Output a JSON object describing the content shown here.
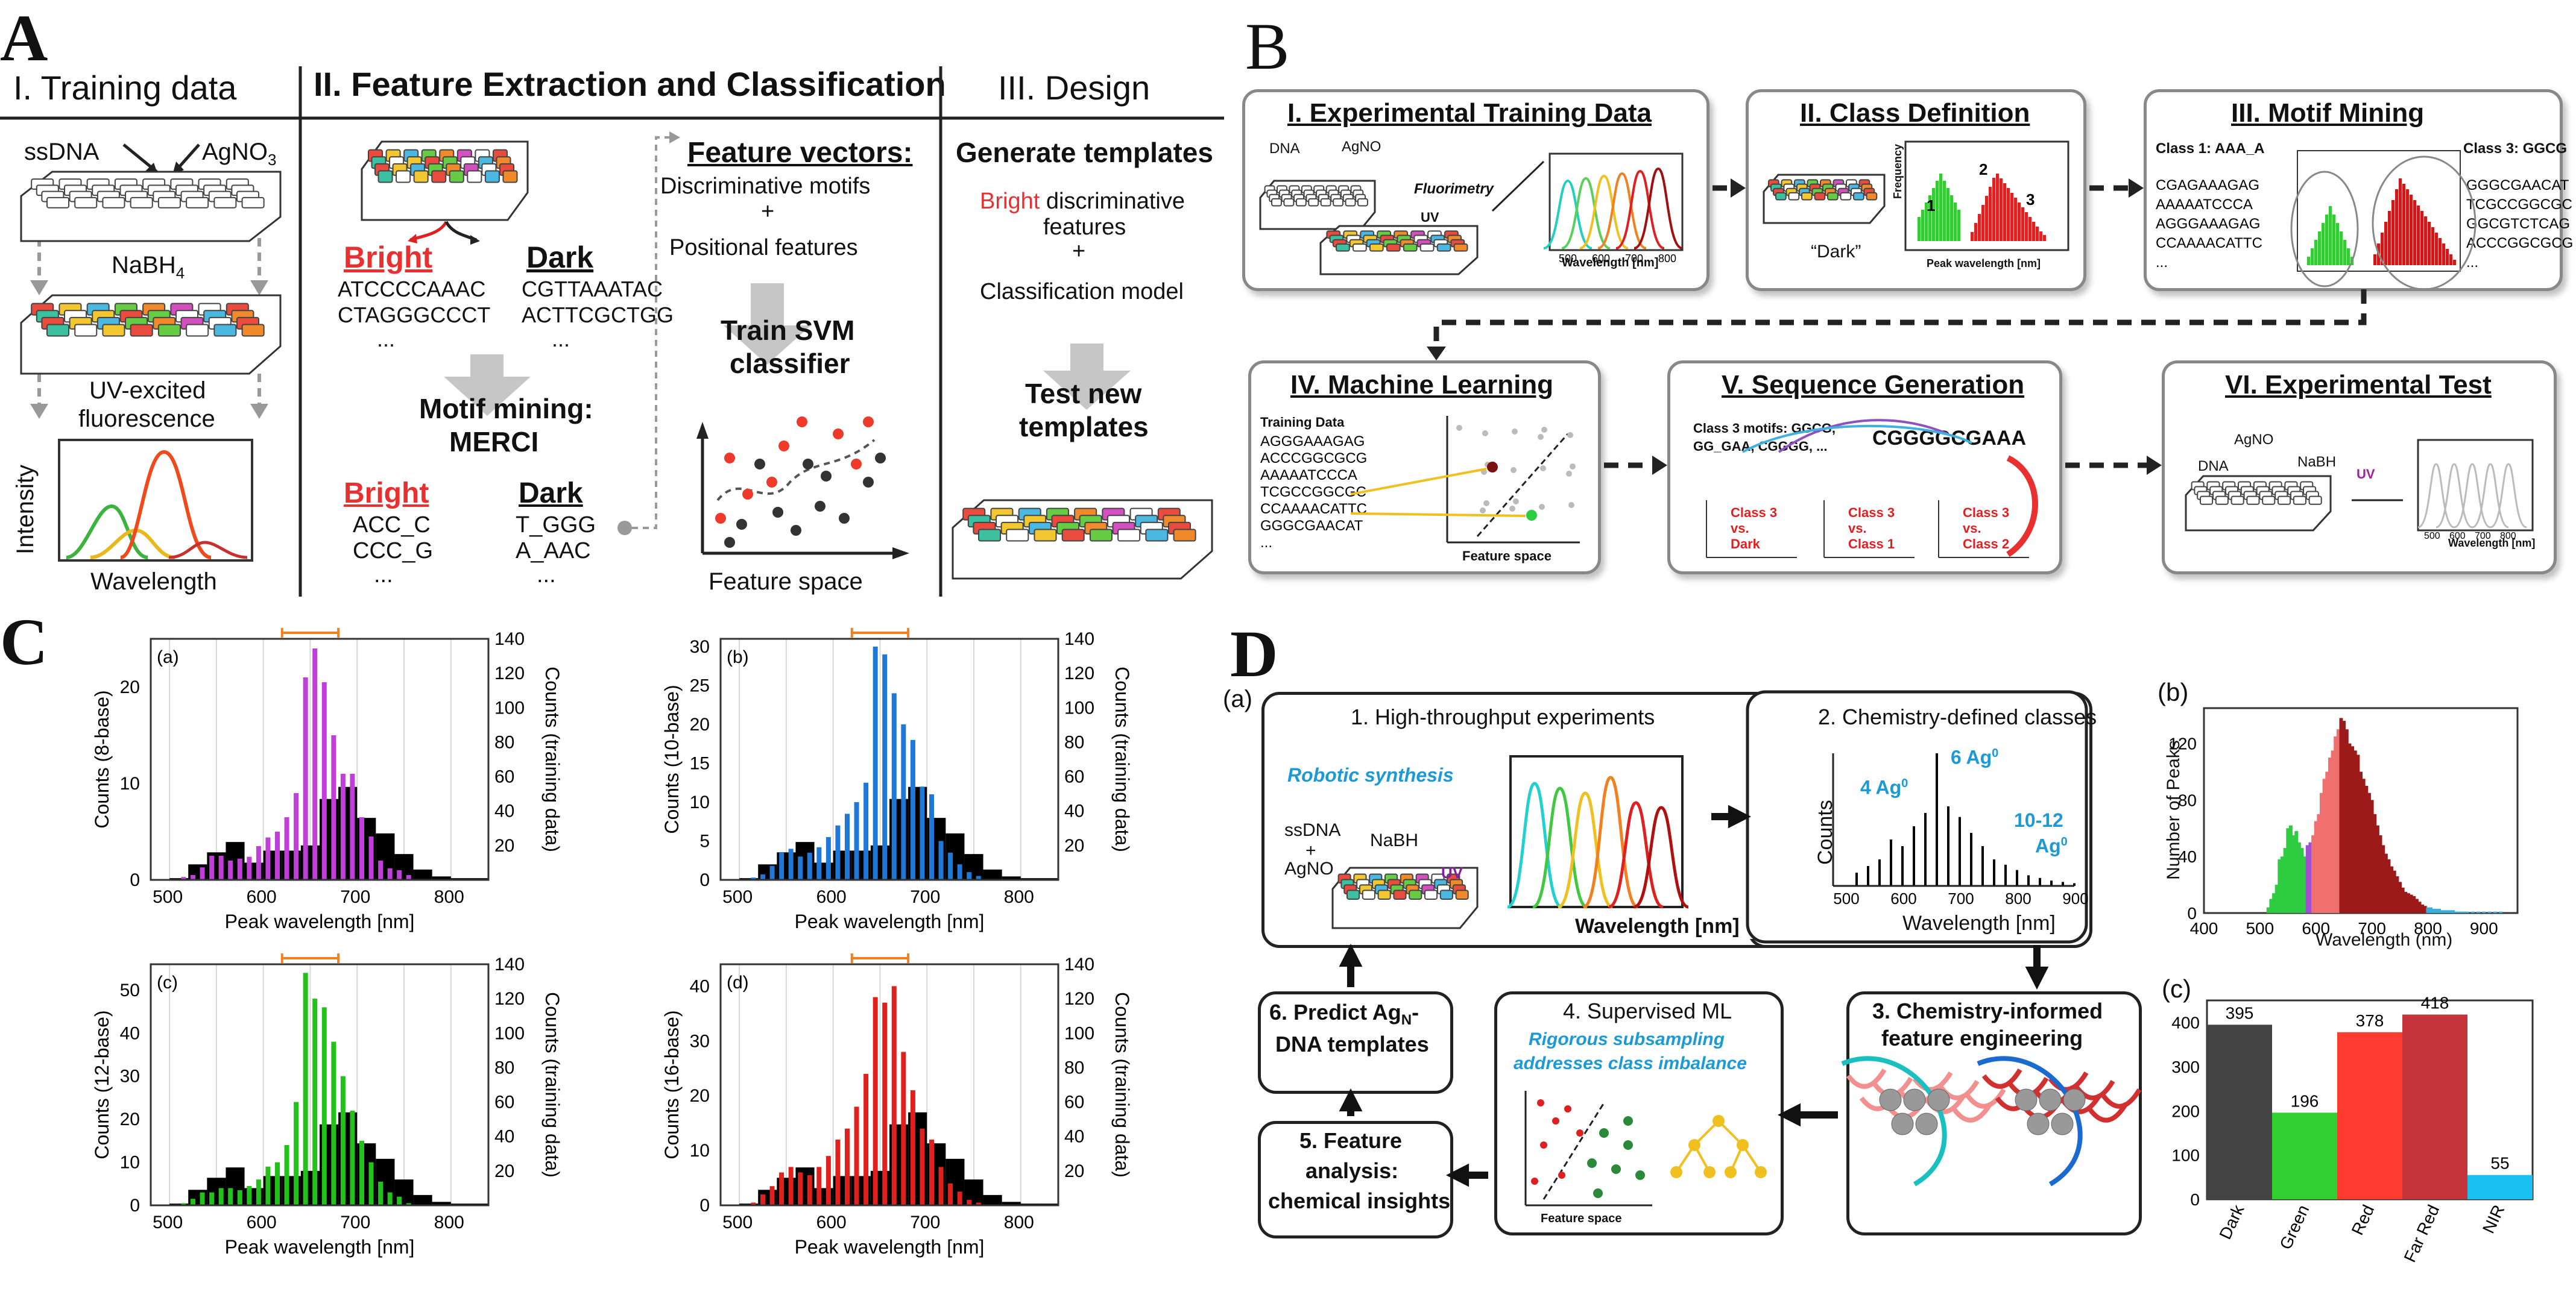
{
  "A": {
    "letter": "A",
    "h1": "I. Training data",
    "h2": "II. Feature Extraction and Classification",
    "h3": "III. Design",
    "ssdna": "ssDNA",
    "agno3": "AgNO",
    "agno3_sub": "3",
    "nabh4": "NaBH",
    "nabh4_sub": "4",
    "uv": "UV-excited",
    "fluor": "fluorescence",
    "intensity": "Intensity",
    "wavelength": "Wavelength",
    "bright": "Bright",
    "dark": "Dark",
    "bseq1": "ATCCCCAAAC",
    "bseq2": "CTAGGGCCCT",
    "dseq1": "CGTTAAATAC",
    "dseq2": "ACTTCGCTGG",
    "ell": "...",
    "mm1": "Motif mining:",
    "mm2": "MERCI",
    "bm1": "ACC_C",
    "bm2": "CCC_G",
    "dm1": "T_GGG",
    "dm2": "A_AAC",
    "fv": "Feature vectors:",
    "fv1": "Discriminative motifs",
    "plus": "+",
    "fv2": "Positional features",
    "svm1": "Train SVM",
    "svm2": "classifier",
    "fs": "Feature space",
    "gt": "Generate templates",
    "g1a": "Bright",
    "g1b": " discriminative",
    "g2": "features",
    "g3": "Classification model",
    "tn1": "Test new",
    "tn2": "templates"
  },
  "B": {
    "letter": "B",
    "t1": "I. Experimental Training Data",
    "t2": "II. Class Definition",
    "t3": "III. Motif Mining",
    "t4": "IV. Machine Learning",
    "t5": "V. Sequence Generation",
    "t6": "VI. Experimental Test",
    "dna": "DNA",
    "agno3": "AgNO",
    "nabh4": "NaBH",
    "fluorimetry": "Fluorimetry",
    "uv": "UV",
    "wl": "Wavelength [nm]",
    "pw": "Peak wavelength [nm]",
    "freq": "Frequency",
    "darkq": "“Dark”",
    "ticks": [
      "500",
      "600",
      "700",
      "800"
    ],
    "c1": "1",
    "c2": "2",
    "c3": "3",
    "class1": "Class 1: AAA_A",
    "class3": "Class 3: GGCG",
    "ls": [
      "CGAGAAAGAG",
      "AAAAATCCCA",
      "AGGGAAAGAG",
      "CCAAAACATTC",
      "..."
    ],
    "rs": [
      "GGGCGAACAT",
      "TCGCCGGCGC",
      "GGCGTCTCAG",
      "ACCCGGCGCG",
      "..."
    ],
    "td": "Training Data",
    "ts": [
      "AGGGAAAGAG",
      "ACCCGGCGCG",
      "AAAAATCCCA",
      "TCGCCGGCGC",
      "CCAAAACATTC",
      "GGGCGAACAT",
      "..."
    ],
    "fs": "Feature space",
    "c3m1": "Class 3 motifs: GGCG,",
    "c3m2": "GG_GAA, CGGGG, ...",
    "gen": "CGGGGCGAAA",
    "sv1": [
      "Class 3",
      "vs.",
      "Dark"
    ],
    "sv2": [
      "Class 3",
      "vs.",
      "Class 1"
    ],
    "sv3": [
      "Class 3",
      "vs.",
      "Class 2"
    ],
    "q": "?"
  },
  "C": {
    "letter": "C",
    "xlabel": "Peak wavelength [nm]",
    "right": "Counts (training data)"
  },
  "D": {
    "letter": "D",
    "a": "(a)",
    "b": "(b)",
    "c": "(c)",
    "s1": "1. High-throughput experiments",
    "robotic": "Robotic synthesis",
    "ssdna": "ssDNA",
    "plus": "+",
    "agno3": "AgNO",
    "nabh4": "NaBH",
    "uv": "UV",
    "wl": "Wavelength [nm]",
    "s2": "2. Chemistry-defined classes",
    "counts": "Counts",
    "ag4": "4 Ag",
    "ag6": "6 Ag",
    "ag10a": "10-12",
    "ag10b": "Ag",
    "sup0": "0",
    "s2ticks": [
      "500",
      "600",
      "700",
      "800",
      "900"
    ],
    "s3a": "3. Chemistry-informed",
    "s3b": "feature engineering",
    "s4": "4. Supervised ML",
    "s4b1": "Rigorous subsampling",
    "s4b2": "addresses class imbalance",
    "fs": "Feature space",
    "s5a": "5. Feature",
    "s5b": "analysis:",
    "s5c": "chemical insights",
    "s6a": "6. Predict Ag",
    "s6sub": "N",
    "s6b": "-",
    "s6c": "DNA templates",
    "bylabel": "Number of Peaks",
    "bxlabel": "Wavelength (nm)"
  },
  "chart_data": [
    {
      "id": "C-a",
      "type": "bar",
      "panel": "(a)",
      "ylabel": "Counts (8-base)",
      "xlabel": "Peak wavelength [nm]",
      "y2label": "Counts (training data)",
      "xlim": [
        480,
        840
      ],
      "ylim": [
        0,
        25
      ],
      "y2lim": [
        0,
        140
      ],
      "yticks": [
        0,
        10,
        20
      ],
      "y2ticks": [
        20,
        40,
        60,
        80,
        100,
        120,
        140
      ],
      "xticks": [
        500,
        600,
        700,
        800
      ],
      "marker_range": [
        620,
        680
      ],
      "training": {
        "bin_width": 20,
        "x": [
          500,
          520,
          540,
          560,
          580,
          600,
          620,
          640,
          660,
          680,
          700,
          720,
          740,
          760,
          780,
          800,
          820
        ],
        "values": [
          1,
          9,
          16,
          22,
          10,
          17,
          17,
          20,
          47,
          54,
          36,
          27,
          15,
          6,
          2,
          1,
          1
        ]
      },
      "series": {
        "color": "#c03fd8",
        "x": [
          515,
          525,
          535,
          545,
          555,
          565,
          575,
          585,
          595,
          605,
          615,
          625,
          635,
          645,
          655,
          665,
          675,
          685,
          695,
          705,
          715,
          725,
          735,
          745,
          755
        ],
        "values": [
          0.3,
          0.5,
          1.3,
          2.5,
          2.5,
          2,
          2.2,
          2.4,
          3.5,
          4.4,
          5,
          6.5,
          9,
          21,
          24,
          20.5,
          15,
          11,
          11,
          6.5,
          4.5,
          2,
          1.2,
          1,
          0.5
        ]
      }
    },
    {
      "id": "C-b",
      "type": "bar",
      "panel": "(b)",
      "ylabel": "Counts (10-base)",
      "xlabel": "Peak wavelength [nm]",
      "y2label": "Counts (training data)",
      "xlim": [
        480,
        840
      ],
      "ylim": [
        0,
        31
      ],
      "y2lim": [
        0,
        140
      ],
      "yticks": [
        0,
        5,
        10,
        15,
        20,
        25,
        30
      ],
      "y2ticks": [
        20,
        40,
        60,
        80,
        100,
        120,
        140
      ],
      "xticks": [
        500,
        600,
        700,
        800
      ],
      "marker_range": [
        620,
        680
      ],
      "training": {
        "bin_width": 20,
        "x": [
          500,
          520,
          540,
          560,
          580,
          600,
          620,
          640,
          660,
          680,
          700,
          720,
          740,
          760,
          780,
          800,
          820
        ],
        "values": [
          1,
          9,
          16,
          22,
          10,
          17,
          17,
          20,
          47,
          54,
          36,
          27,
          15,
          6,
          2,
          1,
          1
        ]
      },
      "series": {
        "color": "#1f78d8",
        "x": [
          515,
          525,
          535,
          545,
          555,
          565,
          575,
          585,
          595,
          605,
          615,
          625,
          635,
          645,
          655,
          665,
          675,
          685,
          695,
          705,
          715,
          725,
          735,
          745,
          755
        ],
        "values": [
          0.3,
          0.7,
          1.8,
          3.5,
          4,
          3,
          3.5,
          4.2,
          5.5,
          7,
          8.5,
          10,
          12.5,
          30,
          29,
          24,
          20,
          18,
          12,
          11,
          5,
          3.5,
          2,
          1,
          0.5
        ]
      }
    },
    {
      "id": "C-c",
      "type": "bar",
      "panel": "(c)",
      "ylabel": "Counts (12-base)",
      "xlabel": "Peak wavelength [nm]",
      "y2label": "Counts (training data)",
      "xlim": [
        480,
        840
      ],
      "ylim": [
        0,
        56
      ],
      "y2lim": [
        0,
        140
      ],
      "yticks": [
        0,
        10,
        20,
        30,
        40,
        50
      ],
      "y2ticks": [
        20,
        40,
        60,
        80,
        100,
        120,
        140
      ],
      "xticks": [
        500,
        600,
        700,
        800
      ],
      "marker_range": [
        620,
        680
      ],
      "training": {
        "bin_width": 20,
        "x": [
          500,
          520,
          540,
          560,
          580,
          600,
          620,
          640,
          660,
          680,
          700,
          720,
          740,
          760,
          780,
          800,
          820
        ],
        "values": [
          1,
          9,
          16,
          22,
          10,
          17,
          17,
          20,
          47,
          54,
          36,
          27,
          15,
          6,
          2,
          1,
          1
        ]
      },
      "series": {
        "color": "#22c21a",
        "x": [
          515,
          525,
          535,
          545,
          555,
          565,
          575,
          585,
          595,
          605,
          615,
          625,
          635,
          645,
          655,
          665,
          675,
          685,
          695,
          705,
          715,
          725,
          735,
          745,
          755
        ],
        "values": [
          0.5,
          1.5,
          3,
          3,
          4,
          4,
          3.5,
          4.5,
          6,
          9,
          10,
          14,
          24,
          54,
          48,
          46,
          38,
          30,
          22,
          15,
          10,
          5.5,
          3,
          2,
          0.5
        ]
      }
    },
    {
      "id": "C-d",
      "type": "bar",
      "panel": "(d)",
      "ylabel": "Counts (16-base)",
      "xlabel": "Peak wavelength [nm]",
      "y2label": "Counts (training data)",
      "xlim": [
        480,
        840
      ],
      "ylim": [
        0,
        44
      ],
      "y2lim": [
        0,
        140
      ],
      "yticks": [
        0,
        10,
        20,
        30,
        40
      ],
      "y2ticks": [
        20,
        40,
        60,
        80,
        100,
        120,
        140
      ],
      "xticks": [
        500,
        600,
        700,
        800
      ],
      "marker_range": [
        620,
        680
      ],
      "training": {
        "bin_width": 20,
        "x": [
          500,
          520,
          540,
          560,
          580,
          600,
          620,
          640,
          660,
          680,
          700,
          720,
          740,
          760,
          780,
          800,
          820
        ],
        "values": [
          1,
          9,
          16,
          22,
          10,
          17,
          17,
          20,
          47,
          54,
          36,
          27,
          15,
          6,
          2,
          1,
          1
        ]
      },
      "series": {
        "color": "#e0201c",
        "x": [
          515,
          525,
          535,
          545,
          555,
          565,
          575,
          585,
          595,
          605,
          615,
          625,
          635,
          645,
          655,
          665,
          675,
          685,
          695,
          705,
          715,
          725,
          735,
          745,
          755
        ],
        "values": [
          0.5,
          2,
          3.5,
          6,
          7,
          6,
          5.5,
          7,
          9,
          12,
          14,
          18,
          24,
          38,
          37,
          40,
          28,
          21,
          14,
          12,
          7,
          4,
          2.5,
          1,
          0.5
        ]
      }
    },
    {
      "id": "D-b",
      "type": "bar",
      "ylabel": "Number of Peaks",
      "xlabel": "Wavelength (nm)",
      "xlim": [
        400,
        960
      ],
      "ylim": [
        0,
        145
      ],
      "xticks": [
        400,
        500,
        600,
        700,
        800,
        900
      ],
      "yticks": [
        0,
        40,
        80,
        120
      ],
      "series": [
        {
          "name": "green",
          "color": "#2ecc40",
          "x": [
            515,
            520,
            525,
            530,
            535,
            540,
            545,
            550,
            555,
            560,
            565,
            570,
            575,
            580
          ],
          "values": [
            4,
            10,
            14,
            20,
            38,
            40,
            46,
            60,
            62,
            55,
            58,
            50,
            46,
            40
          ]
        },
        {
          "name": "purple",
          "color": "#a050d0",
          "x": [
            585,
            590
          ],
          "values": [
            48,
            50
          ]
        },
        {
          "name": "red",
          "color": "#f07070",
          "x": [
            595,
            600,
            605,
            610,
            615,
            620,
            625,
            630,
            635,
            640
          ],
          "values": [
            55,
            65,
            70,
            85,
            95,
            100,
            110,
            115,
            125,
            130
          ]
        },
        {
          "name": "darkred",
          "color": "#9c1a1a",
          "x": [
            645,
            650,
            655,
            660,
            665,
            670,
            675,
            680,
            685,
            690,
            695,
            700,
            705,
            710,
            715,
            720,
            725,
            730,
            735,
            740,
            745,
            750,
            755,
            760,
            765,
            770,
            775,
            780,
            785,
            790,
            795
          ],
          "values": [
            138,
            136,
            130,
            120,
            118,
            115,
            112,
            100,
            95,
            90,
            85,
            80,
            70,
            62,
            55,
            48,
            42,
            38,
            33,
            30,
            26,
            22,
            18,
            15,
            14,
            13,
            12,
            10,
            8,
            6,
            5
          ]
        },
        {
          "name": "nir",
          "color": "#3ab0e0",
          "x": [
            800,
            805,
            810,
            815,
            820,
            825,
            830,
            835,
            840,
            845,
            850,
            855,
            860,
            865,
            870,
            880,
            890,
            900,
            910,
            920,
            930
          ],
          "values": [
            4,
            4,
            3,
            3,
            3,
            2,
            2,
            2,
            2,
            2,
            1,
            1,
            1,
            1,
            1,
            1,
            1,
            1,
            1,
            1,
            1
          ]
        }
      ]
    },
    {
      "id": "D-c",
      "type": "bar",
      "categories": [
        "Dark",
        "Green",
        "Red",
        "Far Red",
        "NIR"
      ],
      "values": [
        395,
        196,
        378,
        418,
        55
      ],
      "colors": [
        "#444444",
        "#2fd02f",
        "#ff3b30",
        "#c4333a",
        "#19c0f0"
      ],
      "ylim": [
        0,
        450
      ],
      "yticks": [
        0,
        100,
        200,
        300,
        400
      ]
    },
    {
      "id": "D-a2",
      "type": "bar",
      "xlabel": "Wavelength [nm]",
      "ylabel": "Counts",
      "xticks": [
        500,
        600,
        700,
        800,
        900
      ],
      "x": [
        520,
        540,
        560,
        580,
        600,
        620,
        640,
        660,
        680,
        700,
        720,
        740,
        760,
        780,
        800,
        820,
        840,
        860,
        880,
        900
      ],
      "values": [
        10,
        15,
        20,
        35,
        30,
        45,
        55,
        100,
        60,
        52,
        40,
        30,
        20,
        16,
        12,
        8,
        6,
        4,
        3,
        2
      ]
    }
  ]
}
